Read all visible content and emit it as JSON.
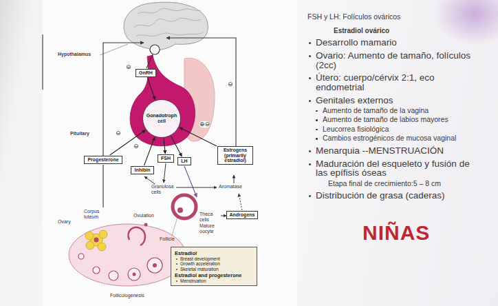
{
  "diagram": {
    "nodes": [
      {
        "text": [
          "GnRH"
        ]
      },
      {
        "text": [
          "Gonadotroph cell"
        ]
      },
      {
        "text": [
          "Progesterone"
        ]
      },
      {
        "text": [
          "Inhibin"
        ]
      },
      {
        "text": [
          "FSH"
        ]
      },
      {
        "text": [
          "LH"
        ]
      },
      {
        "text": [
          "Estrogens (primarily estradiol)"
        ]
      },
      {
        "text": [
          "Androgens"
        ]
      },
      {
        "text": [
          "Estradiol",
          "Breast development",
          "Growth acceleration",
          "Skeletal maturation",
          "Estradiol and progesterone",
          "Menstruation"
        ]
      }
    ],
    "edges": [
      {
        "from": 0,
        "to": 1,
        "arrow": "to"
      },
      {
        "from": 1,
        "to": 4,
        "arrow": "to"
      },
      {
        "from": 1,
        "to": 5,
        "arrow": "to"
      },
      {
        "from": 2,
        "to": 1,
        "arrow": "to"
      },
      {
        "from": 3,
        "to": 1,
        "arrow": "to"
      },
      {
        "from": 6,
        "to": 1,
        "arrow": "to"
      }
    ],
    "labels": [
      "Hypothalamus",
      "Pituitary",
      "Ovary",
      "Corpus luteum",
      "Ovulation",
      "Follicle",
      "Folliculogenesis",
      "Granulosa cells",
      "Aromatase",
      "Theca cells",
      "Mature oocyte",
      "⊖",
      "⊖",
      "⊖",
      "⊖",
      "⊕⊖",
      "FSH y LH: Folículos ováricos",
      "Estradiol ovárico",
      "Desarrollo mamario",
      "Ovario: Aumento de tamaño, folículos (2cc)",
      "Útero: cuerpo/cérvix 2:1, eco endometrial",
      "Genitales externos",
      "Aumento de tamaño de la vagina",
      "Aumento de tamaño de labios mayores",
      "Leucorrea fisiológica",
      "Cambios estrogénicos de mucosa vaginal",
      "Menarquia --MENSTRUACIÓN",
      "Maduración del esqueleto y fusión de las epífisis óseas",
      "Etapa final de crecimiento:5 – 8 cm",
      "Distribución de grasa (caderas)",
      "NIÑAS"
    ]
  }
}
